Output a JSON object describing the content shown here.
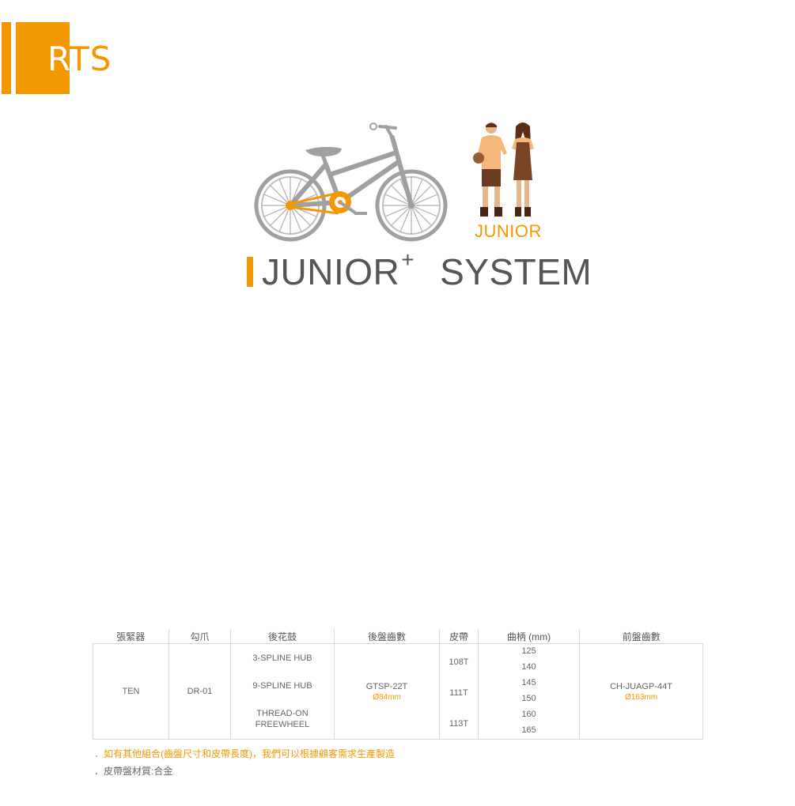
{
  "brand": {
    "logo_text_before": "R",
    "logo_text_after": "TS",
    "accent_color": "#f39800"
  },
  "hero": {
    "junior_label": "JUNIOR",
    "title_main": "JUNIOR",
    "title_plus": "+",
    "title_suffix": "SYSTEM"
  },
  "table": {
    "headers": {
      "tensioner": "張緊器",
      "dropout": "勾爪",
      "rear_hub": "後花鼓",
      "rear_sprocket": "後盤齒數",
      "belt": "皮帶",
      "crank": "曲柄 (mm)",
      "front_chainring": "前盤齒數"
    },
    "tensioner": "TEN",
    "dropout": "DR-01",
    "rear_hubs": [
      "3-SPLINE HUB",
      "9-SPLINE HUB",
      "THREAD-ON",
      "FREEWHEEL"
    ],
    "rear_sprocket": {
      "model": "GTSP-22T",
      "size": "Ø84mm"
    },
    "belts": [
      "108T",
      "111T",
      "113T"
    ],
    "cranks": [
      "125",
      "140",
      "145",
      "150",
      "160",
      "165"
    ],
    "front_chainring": {
      "model": "CH-JUAGP-44T",
      "size": "Ø163mm"
    }
  },
  "notes": {
    "note1": "．如有其他組合(齒盤尺寸和皮帶長度)，我們可以根據顧客需求生產製造",
    "note2": "．皮帶盤材質:合金"
  }
}
